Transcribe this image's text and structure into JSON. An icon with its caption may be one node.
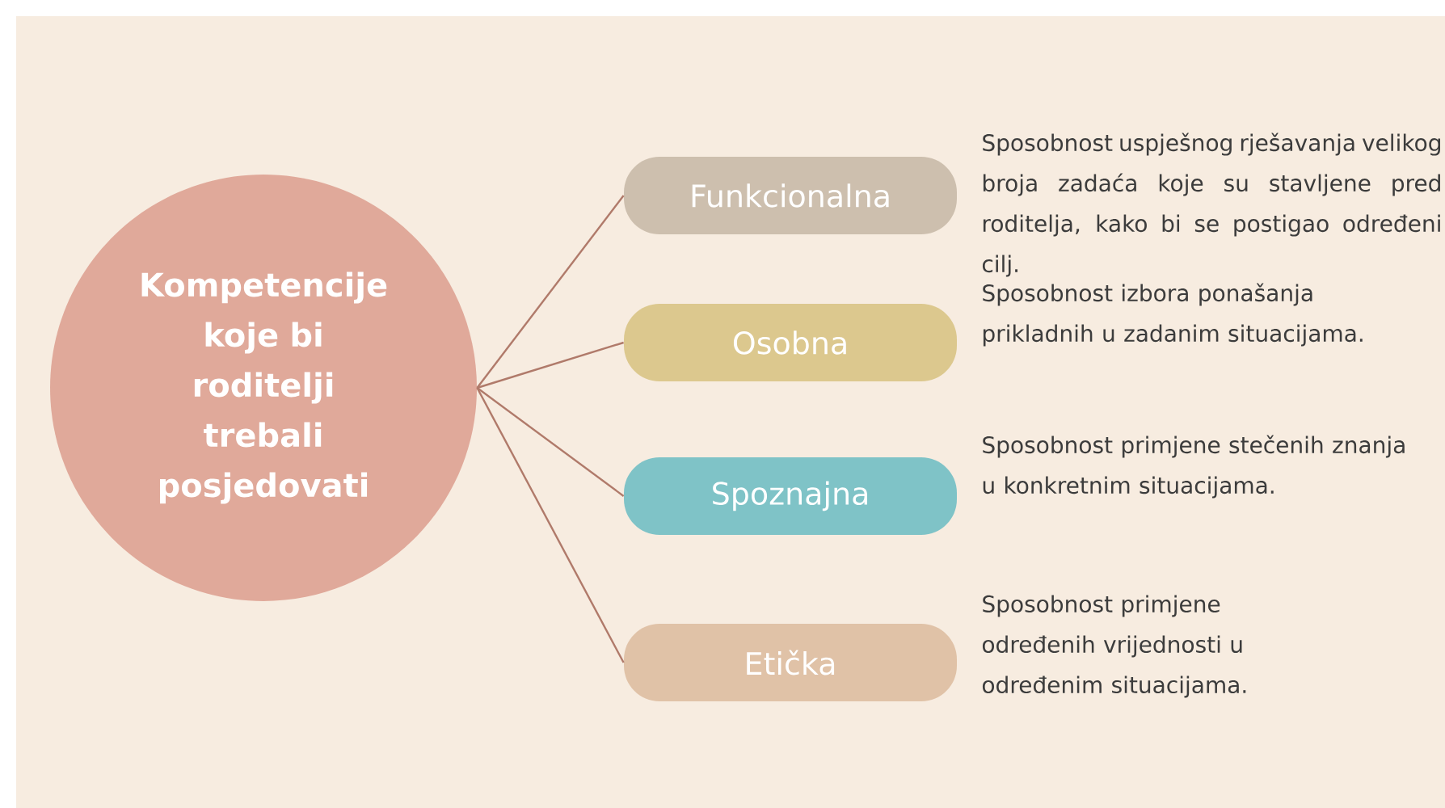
{
  "diagram": {
    "nodes": [
      {
        "text": [
          "Kompetencije koje bi roditelji trebali posjedovati"
        ]
      },
      {
        "text": [
          "Funkcionalna"
        ],
        "beside": [
          "Sposobnost uspješnog rješavanja velikog broja zadaća koje su stavljene pred roditelja, kako bi se postigao određeni cilj."
        ]
      },
      {
        "text": [
          "Osobna"
        ],
        "beside": [
          "Sposobnost izbora ponašanja prikladnih u zadanim situacijama."
        ]
      },
      {
        "text": [
          "Spoznajna"
        ],
        "beside": [
          "Sposobnost primjene stečenih znanja u konkretnim situacijama."
        ]
      },
      {
        "text": [
          "Etička"
        ],
        "beside": [
          "Sposobnost primjene određenih vrijednosti u određenim situacijama."
        ]
      }
    ],
    "edges": [
      {
        "from": 0,
        "to": 1,
        "arrow": "none"
      },
      {
        "from": 0,
        "to": 2,
        "arrow": "none"
      },
      {
        "from": 0,
        "to": 3,
        "arrow": "none"
      },
      {
        "from": 0,
        "to": 4,
        "arrow": "none"
      }
    ]
  }
}
